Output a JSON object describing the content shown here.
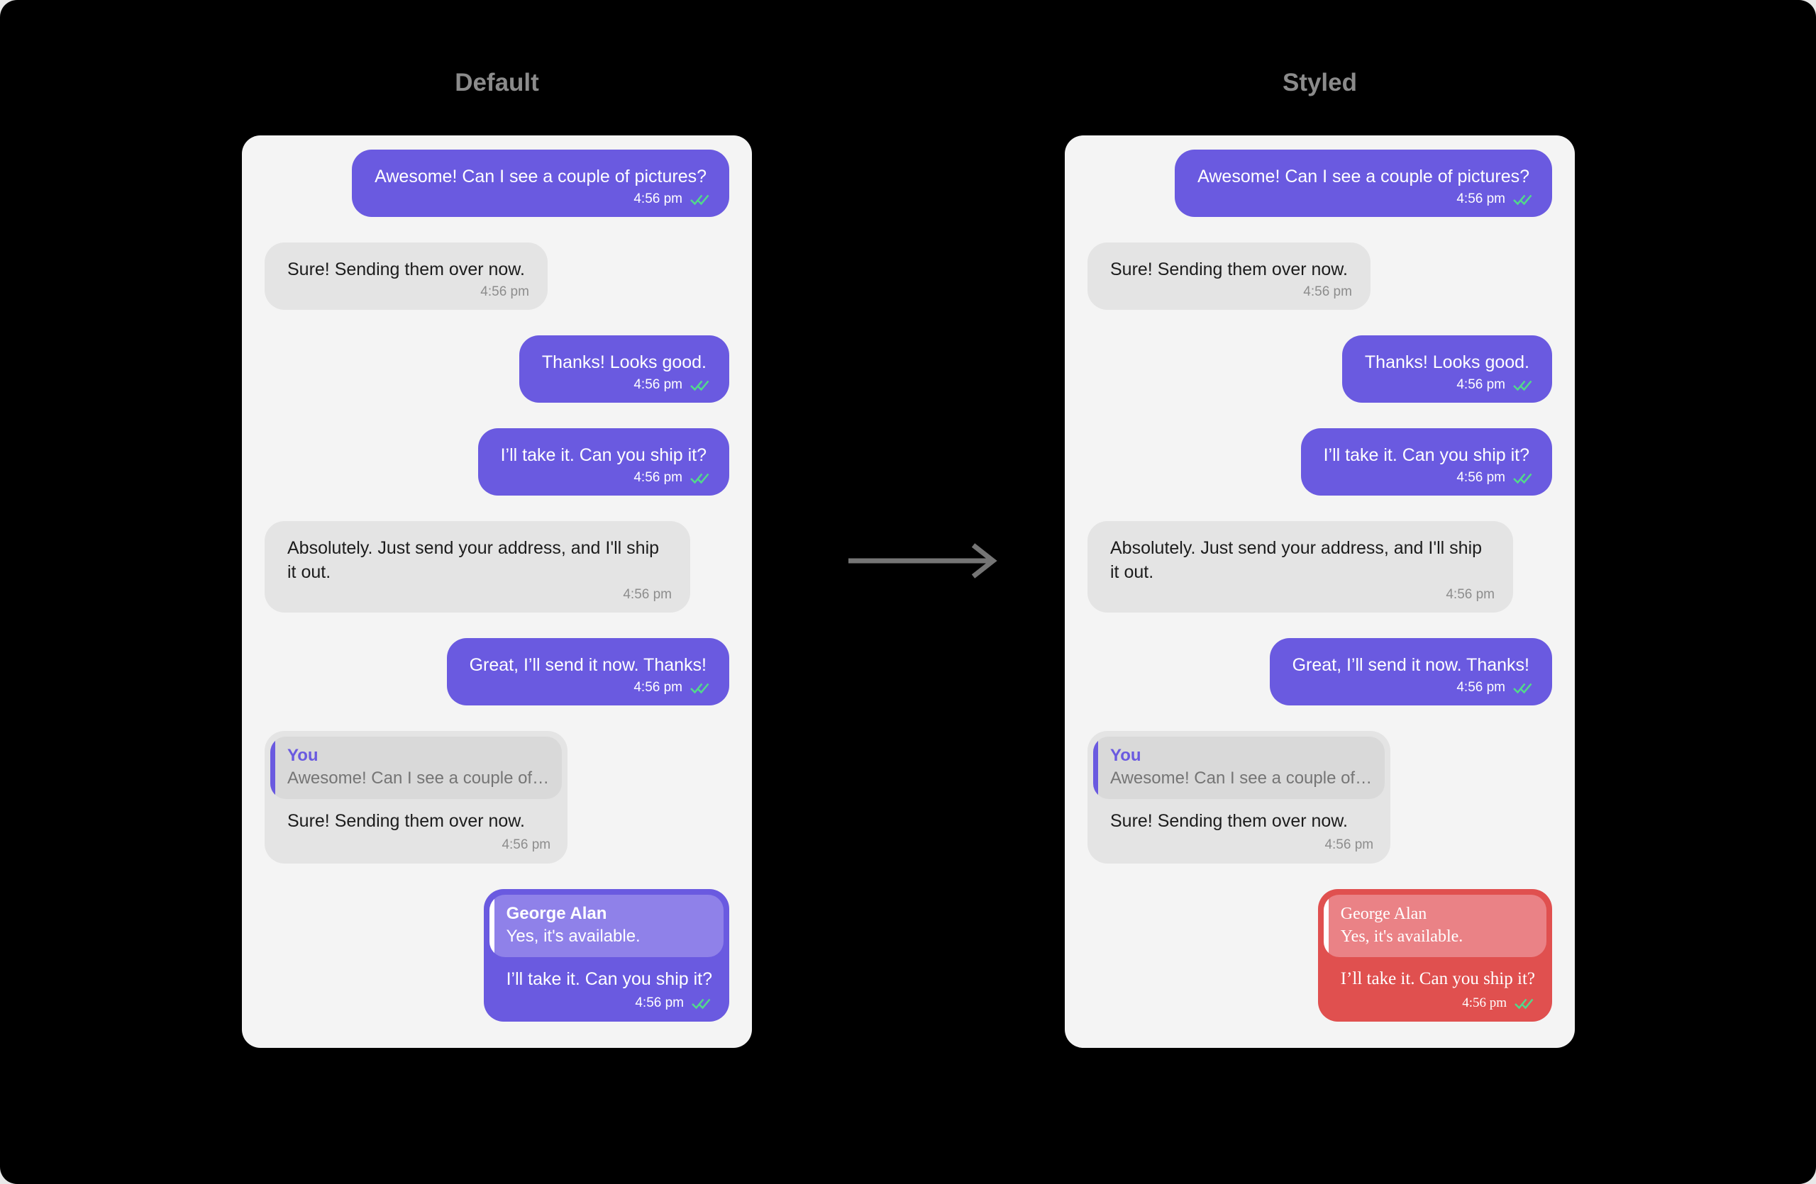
{
  "colors": {
    "background": "#000000",
    "page_edge": "#e9e9e9",
    "panel_bg": "#f4f4f4",
    "title_text": "#8b8b8b",
    "arrow": "#757575",
    "outgoing_bg": "#6a5ae0",
    "outgoing_text": "#ffffff",
    "outgoing_quote_bg": "#8f81e9",
    "outgoing_quote_bar": "#ffffff",
    "incoming_bg": "#e4e4e4",
    "incoming_text": "#1c1c1c",
    "incoming_quote_bg": "#d9d9d9",
    "incoming_quote_bar": "#6a5ae0",
    "incoming_quote_author": "#6a5ae0",
    "incoming_quote_text": "#757575",
    "timestamp_incoming": "#8d8d8d",
    "timestamp_outgoing": "#ffffff",
    "check_green": "#52d98b",
    "styled_bubble_bg": "#e0504f",
    "styled_quote_bg": "#ea8286"
  },
  "panels": [
    {
      "key": "default",
      "title": "Default",
      "styled_last_message": false
    },
    {
      "key": "styled",
      "title": "Styled",
      "styled_last_message": true
    }
  ],
  "arrow": {
    "icon": "right-arrow",
    "direction": "right"
  },
  "conversation": [
    {
      "direction": "outgoing",
      "text": "Awesome! Can I see a couple of pictures?",
      "time": "4:56 pm",
      "read_receipt": "double-check"
    },
    {
      "direction": "incoming",
      "text": "Sure! Sending them over now.",
      "time": "4:56 pm"
    },
    {
      "direction": "outgoing",
      "text": "Thanks! Looks good.",
      "time": "4:56 pm",
      "read_receipt": "double-check"
    },
    {
      "direction": "outgoing",
      "text": "I’ll take it. Can you ship it?",
      "time": "4:56 pm",
      "read_receipt": "double-check"
    },
    {
      "direction": "incoming",
      "text": "Absolutely. Just send your address, and I'll ship it out.",
      "time": "4:56 pm"
    },
    {
      "direction": "outgoing",
      "text": "Great, I’ll send it now. Thanks!",
      "time": "4:56 pm",
      "read_receipt": "double-check"
    },
    {
      "direction": "incoming",
      "reply": {
        "author": "You",
        "text": "Awesome! Can I see a couple of…"
      },
      "text": "Sure! Sending them over now.",
      "time": "4:56 pm"
    },
    {
      "direction": "outgoing",
      "reply": {
        "author": "George Alan",
        "text": "Yes, it's available."
      },
      "text": "I’ll take it. Can you ship it?",
      "time": "4:56 pm",
      "read_receipt": "double-check"
    }
  ]
}
